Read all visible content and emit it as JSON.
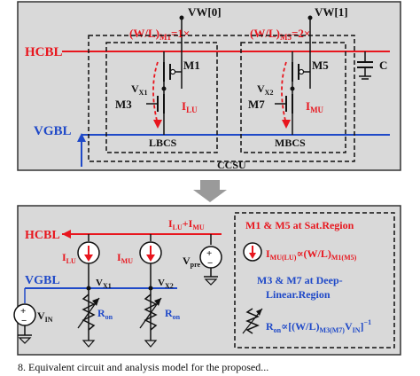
{
  "top": {
    "vw0": "VW[0]",
    "vw1": "VW[1]",
    "wl_m1": "(W/L)",
    "wl_m1_sub": "M1",
    "wl_m1_val": "=1×",
    "wl_m5": "(W/L)",
    "wl_m5_sub": "M5",
    "wl_m5_val": "=2×",
    "hcbl": "HCBL",
    "vgbl": "VGBL",
    "cap": "C",
    "m1": "M1",
    "m3": "M3",
    "m5": "M5",
    "m7": "M7",
    "vx1": "V",
    "vx1_sub": "X1",
    "vx2": "V",
    "vx2_sub": "X2",
    "ilu": "I",
    "ilu_sub": "LU",
    "imu": "I",
    "imu_sub": "MU",
    "lbcs": "LBCS",
    "mbcs": "MBCS",
    "ccsu": "CCSU"
  },
  "bottom": {
    "hcbl": "HCBL",
    "vgbl": "VGBL",
    "itotal_a": "I",
    "itotal_a_sub": "LU",
    "itotal_plus": "+I",
    "itotal_b_sub": "MU",
    "ilu": "I",
    "ilu_sub": "LU",
    "imu": "I",
    "imu_sub": "MU",
    "vpre": "V",
    "vpre_sub": "pre",
    "vx1": "V",
    "vx1_sub": "X1",
    "vx2": "V",
    "vx2_sub": "X2",
    "vin": "V",
    "vin_sub": "IN",
    "ron1": "R",
    "ron1_sub": "on",
    "ron2": "R",
    "ron2_sub": "on",
    "legend_sat": "M1 & M5 at Sat.Region",
    "legend_imu": "I",
    "legend_imu_sub": "MU(LU)",
    "legend_prop": "∝",
    "legend_wl": "(W/L)",
    "legend_wl_sub": "M1(M5)",
    "legend_deep1": "M3 & M7 at Deep-",
    "legend_deep2": "Linear.Region",
    "legend_ron": "R",
    "legend_ron_sub": "on",
    "legend_ron_expr": "∝[(W/L)",
    "legend_ron_expr_sub": "M3(M7)",
    "legend_vin": "V",
    "legend_vin_sub": "IN",
    "legend_close": "]",
    "legend_exp": "−1"
  },
  "caption": "8.   Equivalent circuit and analysis model for the proposed..."
}
